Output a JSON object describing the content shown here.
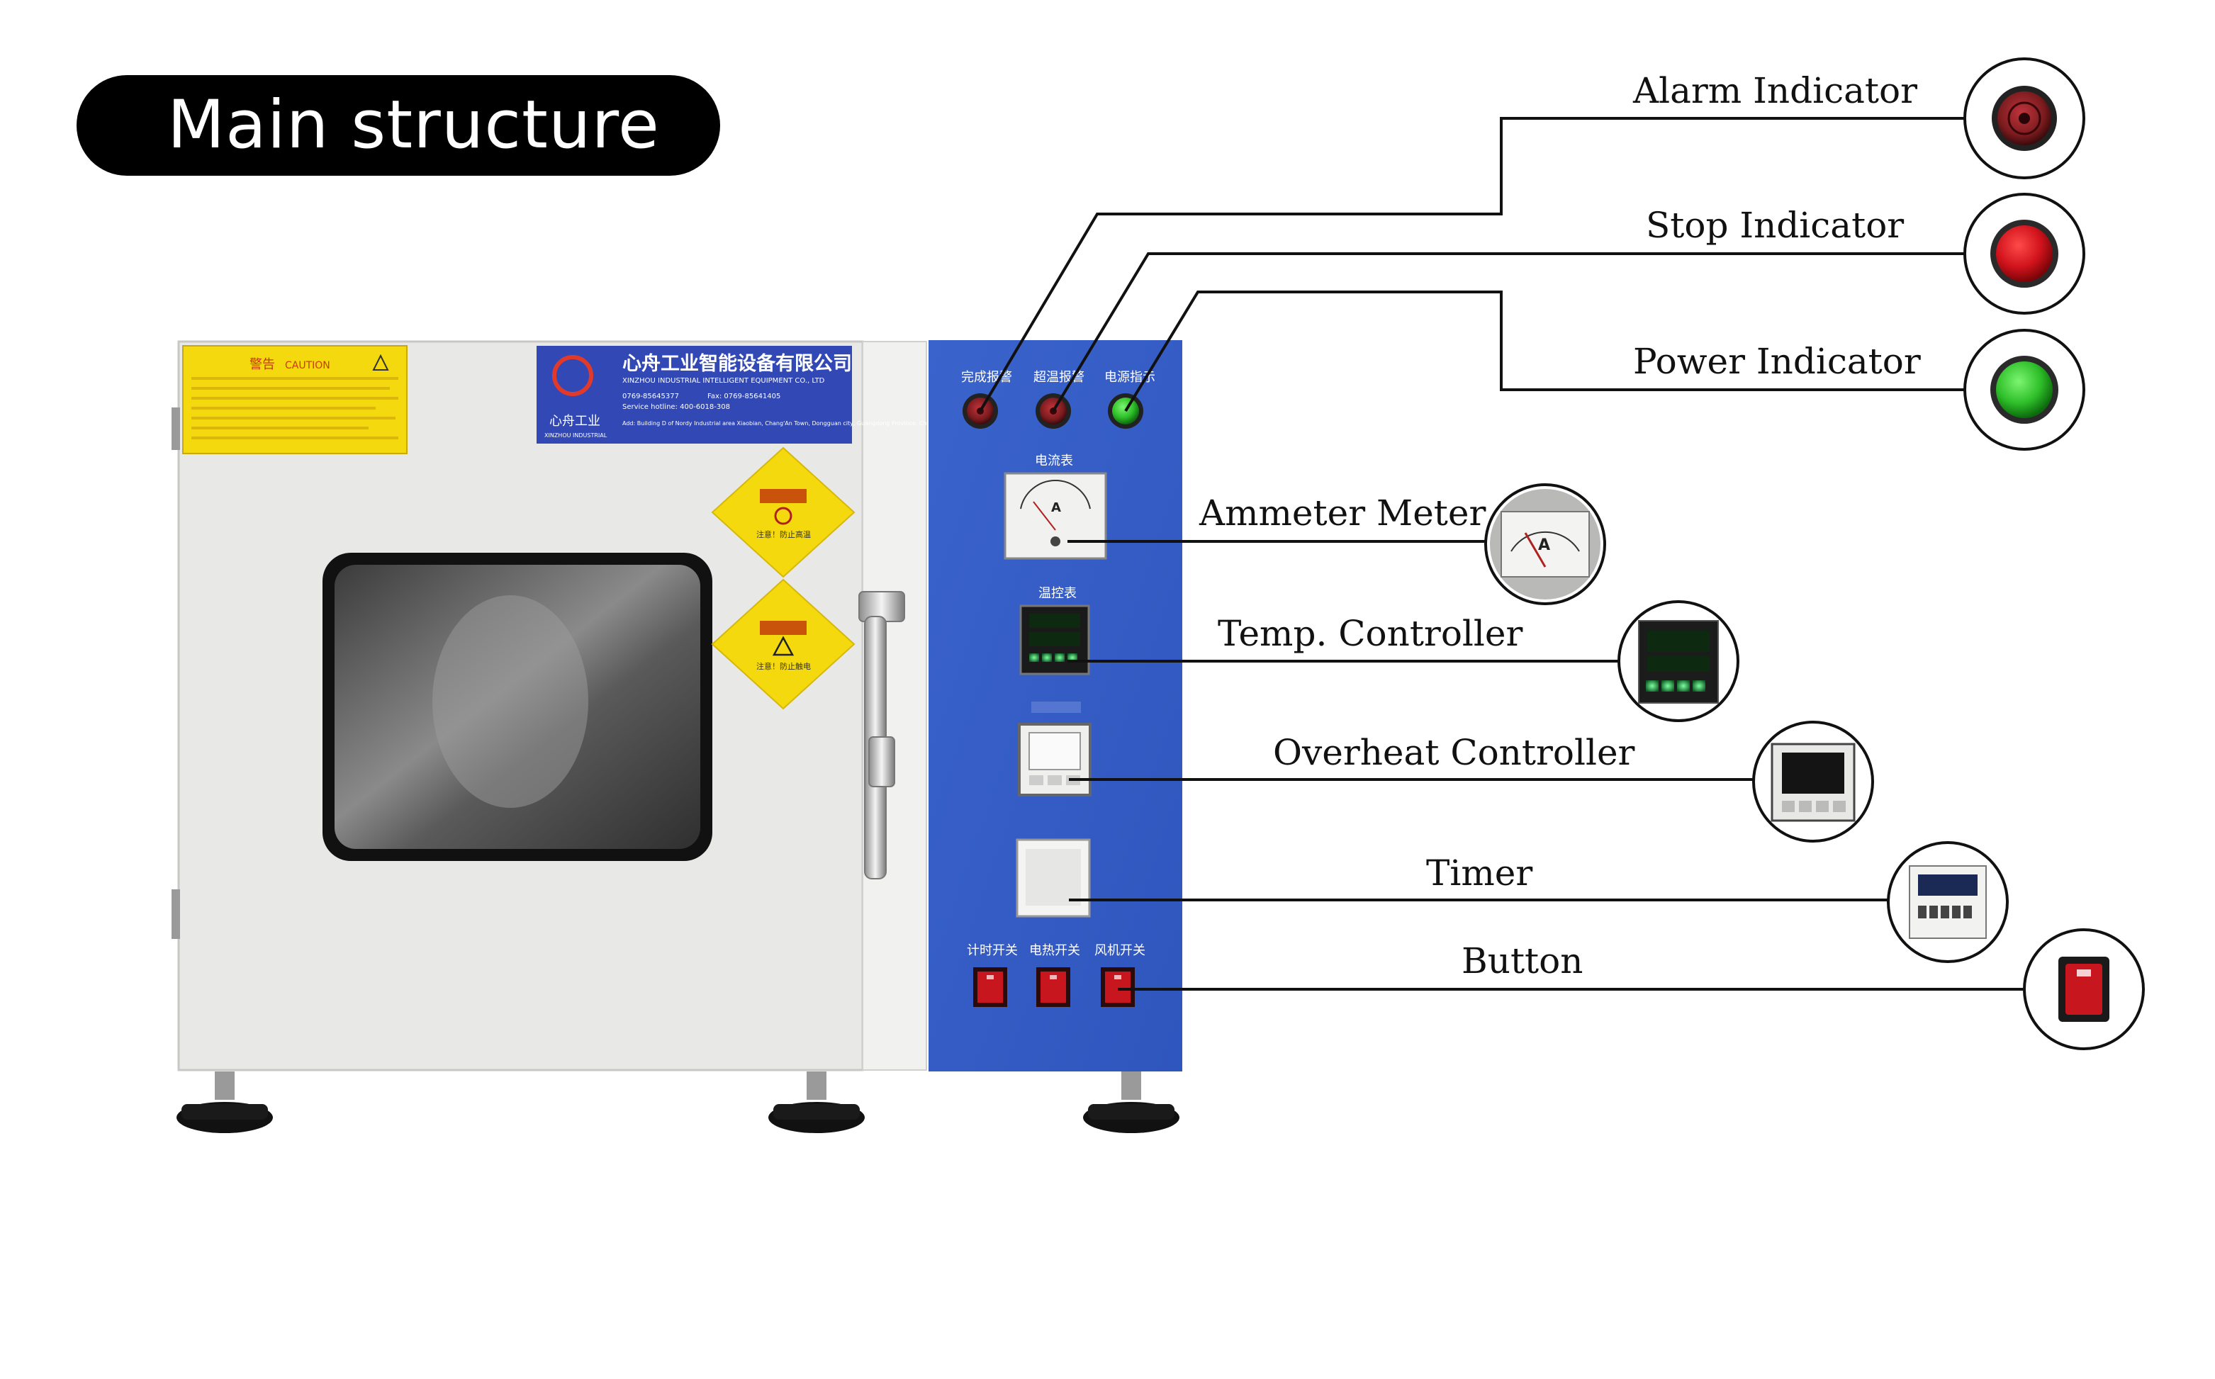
{
  "title": "Main structure",
  "callouts": {
    "alarm_indicator": "Alarm Indicator",
    "stop_indicator": "Stop Indicator",
    "power_indicator": "Power Indicator",
    "ammeter_meter": "Ammeter Meter",
    "temp_controller": "Temp. Controller",
    "overheat_controller": "Overheat Controller",
    "timer": "Timer",
    "button": "Button"
  },
  "oven": {
    "warning_label": {
      "title_cn": "警告",
      "title_en": "CAUTION"
    },
    "company_plate": {
      "name_cn": "心舟工业智能设备有限公司",
      "name_en": "XINZHOU INDUSTRIAL INTELLIGENT EQUIPMENT CO., LTD",
      "logo_text_cn": "心舟工业",
      "logo_text_en": "XINZHOU INDUSTRIAL",
      "phone": "0769-85645377",
      "fax": "Fax: 0769-85641405",
      "service_hotline": "Service hotline: 400-6018-308",
      "address": "Add: Building D of Nordy Industrial area Xiaobian, Chang'An Town, Dongguan city, Guangdong Province, China"
    },
    "panel": {
      "indicator_labels": [
        "完成报警",
        "超温报警",
        "电源指示"
      ],
      "ammeter_label": "电流表",
      "ammeter_unit": "A",
      "controller_label": "温控表",
      "switch_labels": [
        "计时开关",
        "电热开关",
        "风机开关"
      ]
    },
    "warning_diamonds": [
      "注意！防止高温",
      "注意！防止触电"
    ]
  },
  "colors": {
    "panel_blue": "#3c61c8",
    "cabinet": "#e8e8e6",
    "alarm_red": "#7a1b1e",
    "stop_red": "#d1131c",
    "power_green": "#2fbf2a",
    "switch_red": "#c7161e",
    "warning_yellow": "#f5d90f",
    "plate_blue": "#3148b5"
  }
}
